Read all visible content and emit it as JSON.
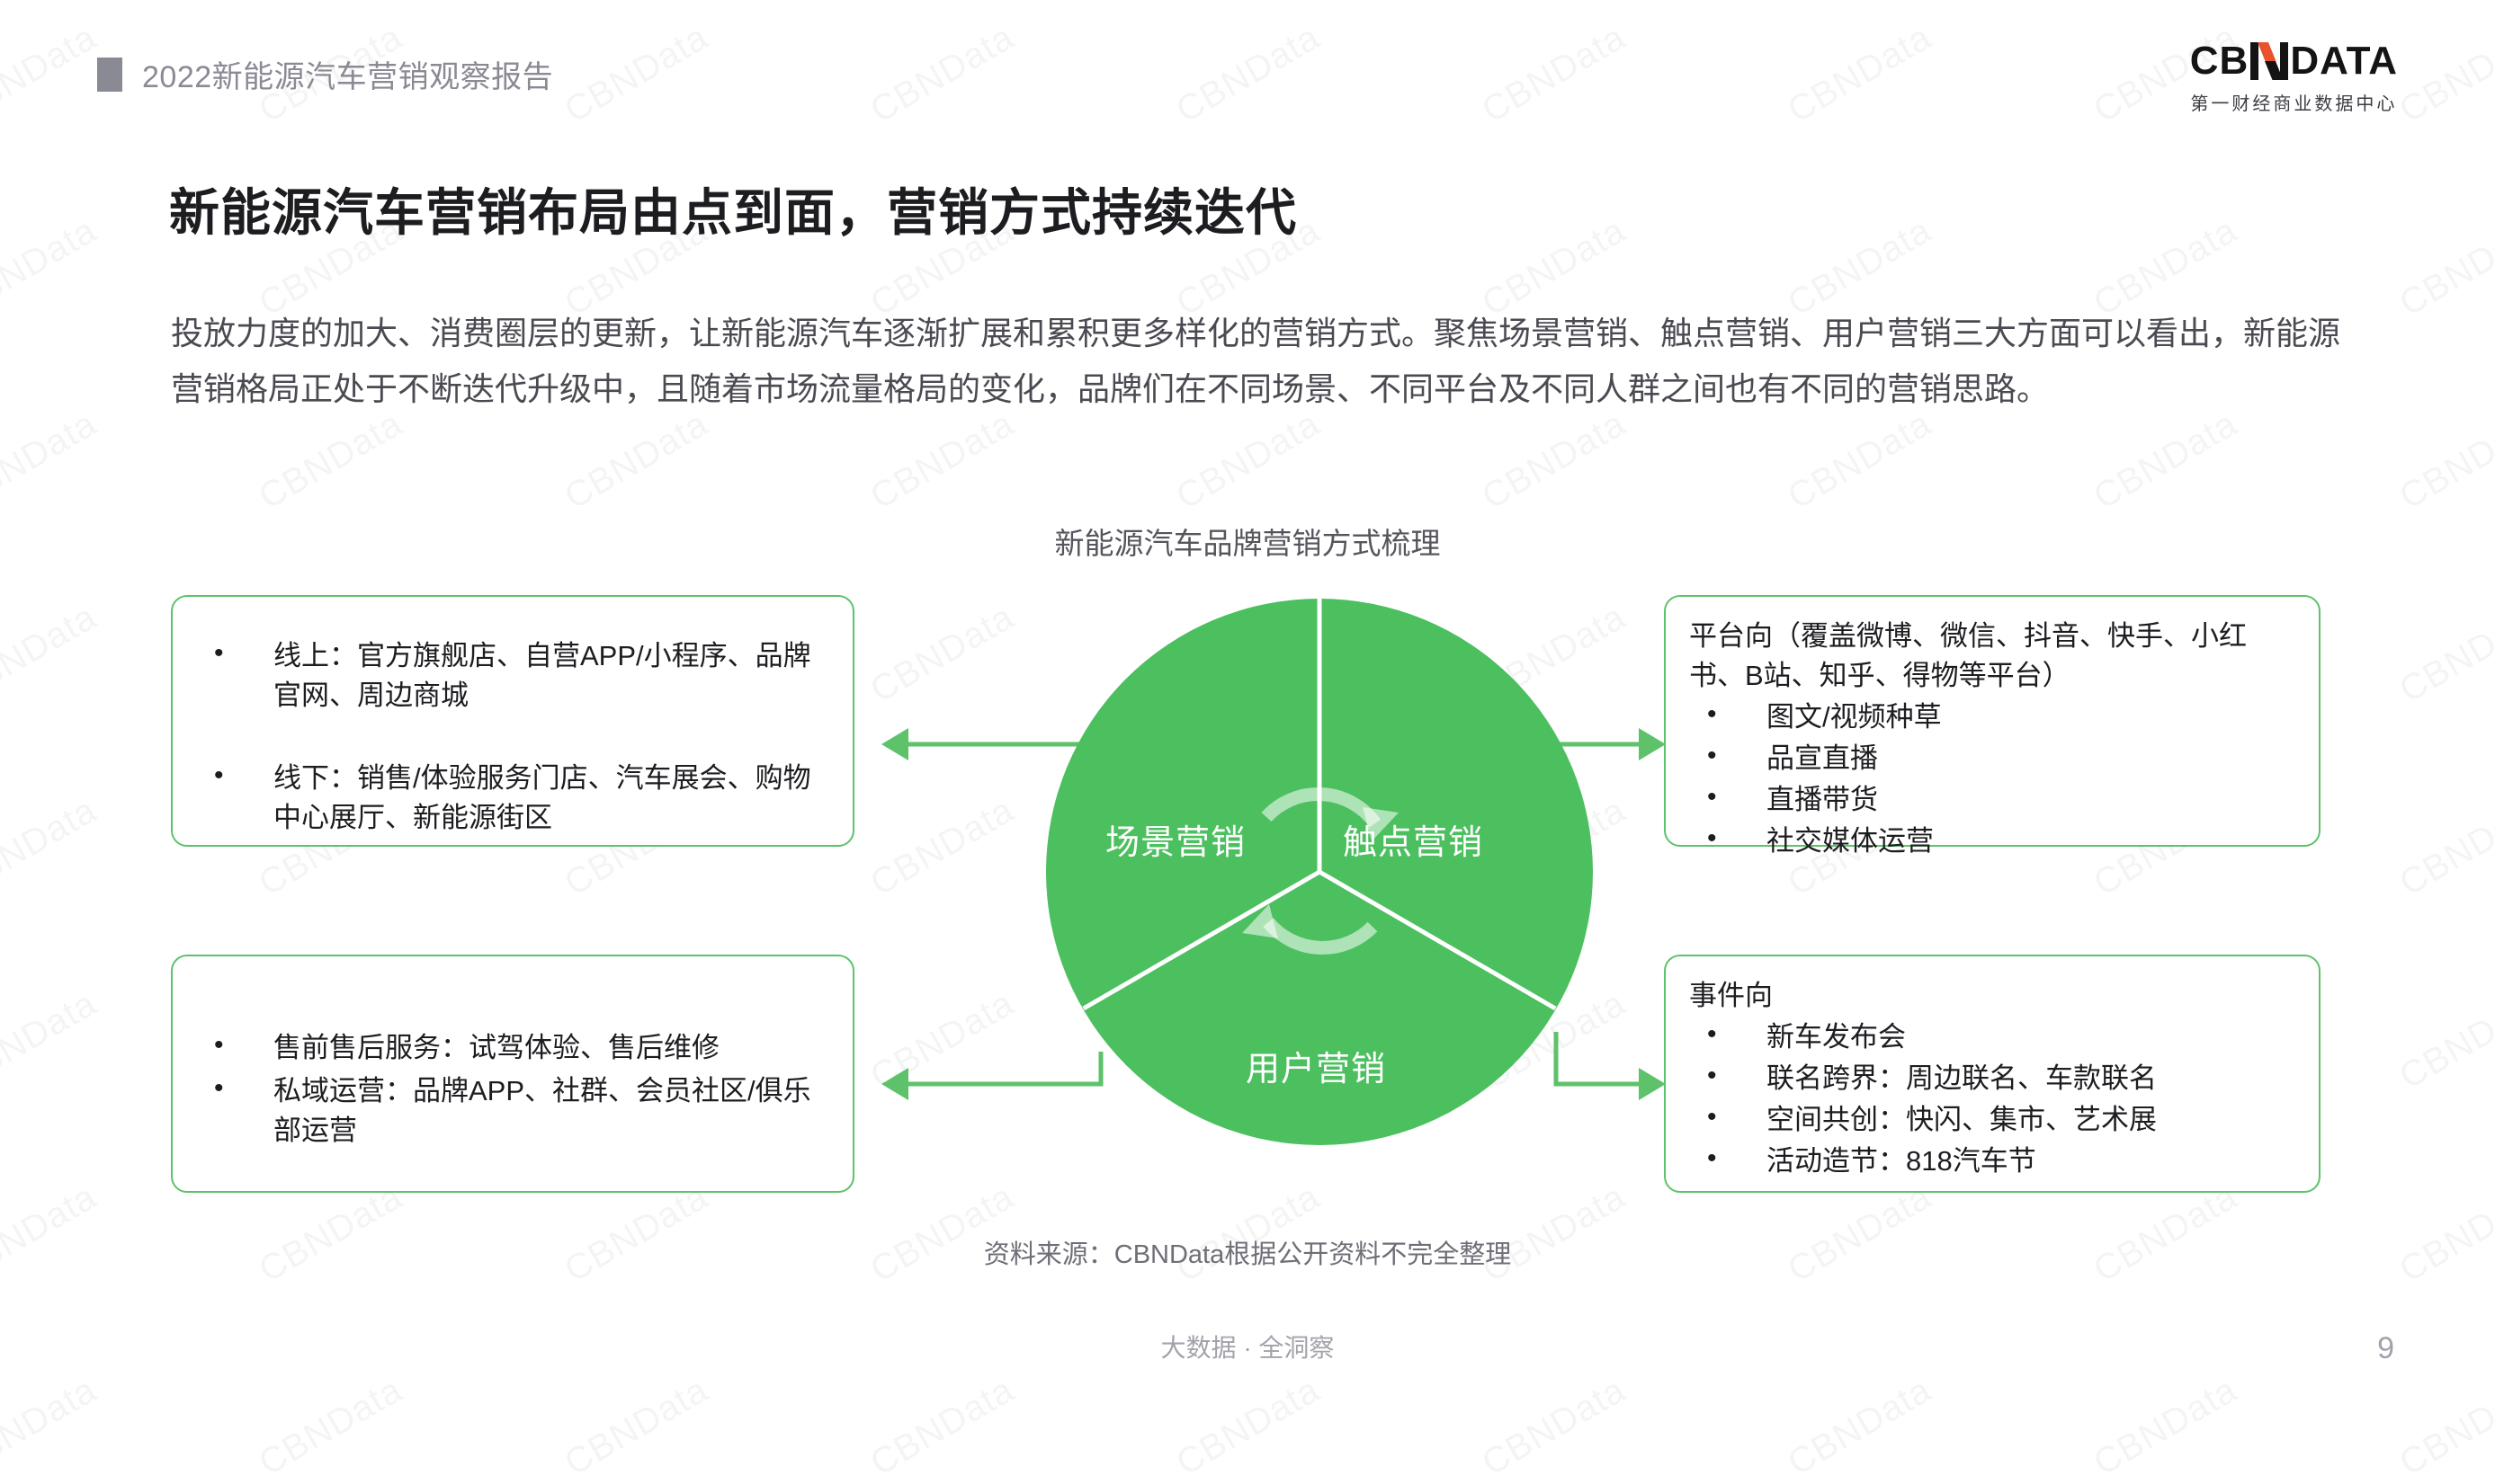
{
  "header": {
    "title": "2022新能源汽车营销观察报告",
    "logo": {
      "pre": "CB",
      "post": "DATA",
      "subtitle": "第一财经商业数据中心",
      "accent_color": "#e8522f"
    }
  },
  "page": {
    "title": "新能源汽车营销布局由点到面，营销方式持续迭代",
    "description": "投放力度的加大、消费圈层的更新，让新能源汽车逐渐扩展和累积更多样化的营销方式。聚焦场景营销、触点营销、用户营销三大方面可以看出，新能源营销格局正处于不断迭代升级中，且随着市场流量格局的变化，品牌们在不同场景、不同平台及不同人群之间也有不同的营销思路。",
    "number": "9"
  },
  "chart": {
    "caption": "新能源汽车品牌营销方式梳理",
    "accent_green": "#4CBF5F",
    "border_green": "#5dc26a",
    "sectors": [
      {
        "label": "场景营销"
      },
      {
        "label": "触点营销"
      },
      {
        "label": "用户营销"
      }
    ],
    "center_icon": "cycle-arrows-icon",
    "boxes": {
      "top_left": {
        "items": [
          "线上：官方旗舰店、自营APP/小程序、品牌官网、周边商城",
          "线下：销售/体验服务门店、汽车展会、购物中心展厅、新能源街区"
        ]
      },
      "bottom_left": {
        "items": [
          "售前售后服务：试驾体验、售后维修",
          "私域运营：品牌APP、社群、会员社区/俱乐部运营"
        ]
      },
      "top_right": {
        "lead": "平台向（覆盖微博、微信、抖音、快手、小红书、B站、知乎、得物等平台）",
        "items": [
          "图文/视频种草",
          "品宣直播",
          "直播带货",
          "社交媒体运营"
        ]
      },
      "bottom_right": {
        "lead": "事件向",
        "items": [
          "新车发布会",
          "联名跨界：周边联名、车款联名",
          "空间共创：快闪、集市、艺术展",
          "活动造节：818汽车节"
        ]
      }
    }
  },
  "footer": {
    "source": "资料来源：CBNData根据公开资料不完全整理",
    "slogan": "大数据 · 全洞察"
  },
  "watermark": {
    "text": "CBNData"
  },
  "chart_data": {
    "type": "pie",
    "title": "新能源汽车品牌营销方式梳理",
    "categories": [
      "场景营销",
      "触点营销",
      "用户营销"
    ],
    "values": [
      33.3,
      33.3,
      33.3
    ],
    "legend": "none",
    "xlabel": "",
    "ylabel": ""
  }
}
